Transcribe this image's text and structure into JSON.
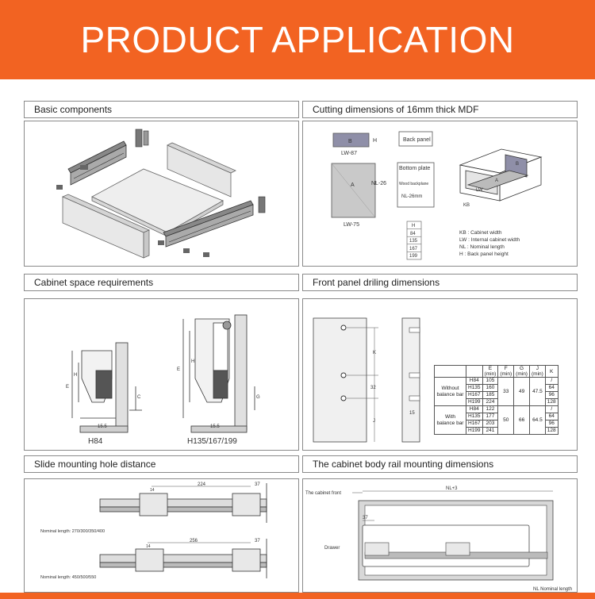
{
  "banner": {
    "title": "PRODUCT APPLICATION"
  },
  "sections": {
    "basic": {
      "title": "Basic components"
    },
    "cutting": {
      "title": "Cutting dimensions of 16mm thick MDF",
      "b_label": "B",
      "lw87": "LW-87",
      "h_label": "H",
      "back_panel": "Back panel",
      "a_label": "A",
      "nl26": "NL-26",
      "lw75": "LW-75",
      "bottom_plate": "Bottom plate",
      "wood_backplane": "Wood backplane",
      "nl26mm": "NL-26mm",
      "h_table": [
        "H",
        "84",
        "135",
        "167",
        "199"
      ],
      "legend": [
        "KB : Cabinet width",
        "LW : Internal cabinet width",
        "NL : Nominal length",
        "H : Back panel height"
      ],
      "iso_b": "B",
      "iso_a": "A",
      "iso_lw": "LW",
      "iso_kb": "KB"
    },
    "space": {
      "title": "Cabinet space requirements",
      "caption_left": "H84",
      "caption_right": "H135/167/199",
      "dim_155_left": "15.5",
      "dim_155_right": "15.5",
      "e": "E",
      "h": "H",
      "c": "C",
      "g": "G"
    },
    "front": {
      "title": "Front panel driling dimensions",
      "k": "K",
      "d32": "32",
      "j": "J",
      "d15": "15",
      "table": {
        "headers": [
          "",
          "",
          "E\n(min)",
          "F\n(min)",
          "G\n(min)",
          "J\n(min)",
          "K"
        ],
        "groups": [
          {
            "label": "Without balance bar",
            "rows": [
              [
                "H84",
                "105"
              ],
              [
                "H135",
                "160"
              ],
              [
                "H167",
                "185"
              ],
              [
                "H199",
                "224"
              ]
            ],
            "f": "33",
            "g": "49",
            "j": "47.5",
            "k": [
              "/",
              "64",
              "96",
              "128"
            ]
          },
          {
            "label": "With balance bar",
            "rows": [
              [
                "H84",
                "122"
              ],
              [
                "H135",
                "177"
              ],
              [
                "H167",
                "203"
              ],
              [
                "H199",
                "241"
              ]
            ],
            "f": "50",
            "g": "66",
            "j": "64.5",
            "k": [
              "/",
              "64",
              "96",
              "128"
            ]
          }
        ]
      }
    },
    "slide": {
      "title": "Slide mounting hole distance",
      "top_dim": "224",
      "top_small": "37",
      "top_left": "14",
      "bottom_dim": "256",
      "bottom_small": "37",
      "bottom_left": "14",
      "nominal_top": "Nominal length: 270/300/350/400",
      "nominal_bottom": "Nominal length: 450/500/550"
    },
    "rail": {
      "title": "The cabinet body rail mounting dimensions",
      "cabinet_front": "The cabinet front",
      "nl3": "NL+3",
      "d37": "37",
      "drawer": "Drawer",
      "nl_nominal": "NL Nominal length"
    }
  }
}
